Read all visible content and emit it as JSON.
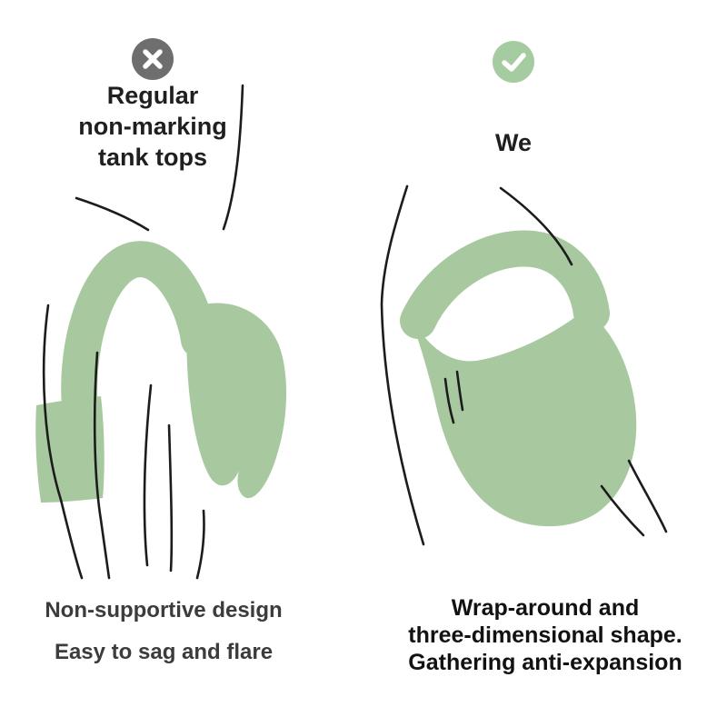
{
  "colors": {
    "figure_green": "#a8c9a0",
    "icon_green": "#a5cba0",
    "icon_gray": "#6e6e6e",
    "ink": "#1c1c1c",
    "caption_gray": "#3c3c3c"
  },
  "icons": {
    "left": "x-icon",
    "right": "check-icon"
  },
  "left": {
    "title_lines": [
      "Regular",
      "non-marking",
      "tank tops"
    ],
    "captions": [
      "Non-supportive design",
      "Easy to sag and flare"
    ]
  },
  "right": {
    "title": "We",
    "caption_lines": [
      "Wrap-around and",
      "three-dimensional shape.",
      "Gathering anti-expansion"
    ]
  }
}
